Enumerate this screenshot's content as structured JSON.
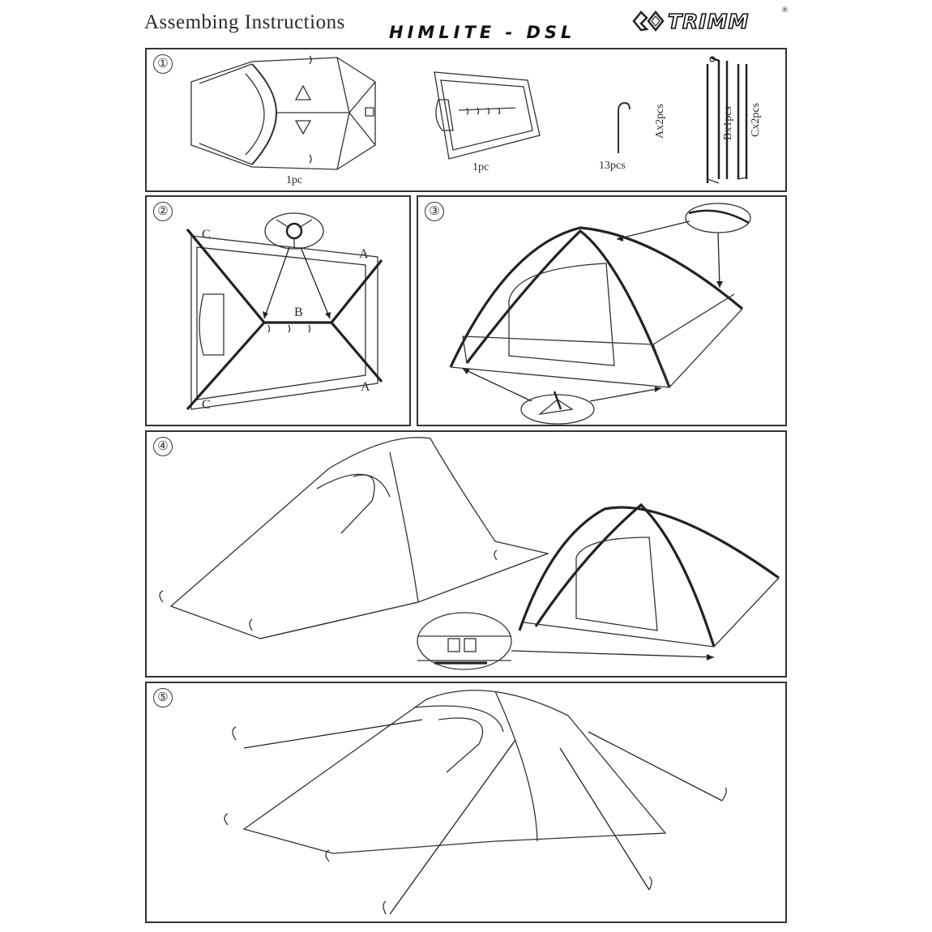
{
  "header": {
    "title": "Assembing Instructions",
    "model": "HIMLITE - DSL",
    "brand": "TRIMM",
    "brand_mark": "®"
  },
  "steps": [
    {
      "num": "①"
    },
    {
      "num": "②"
    },
    {
      "num": "③"
    },
    {
      "num": "④"
    },
    {
      "num": "⑤"
    }
  ],
  "step1": {
    "flysheet_qty": "1pc",
    "inner_tent_qty": "1pc",
    "pegs_qty": "13pcs",
    "pole_a": "Ax2pcs",
    "pole_b": "Bx1pcs",
    "pole_c": "Cx2pcs"
  },
  "step2": {
    "label_c_top": "C",
    "label_a_top": "A",
    "label_b": "B",
    "label_a_bottom": "A",
    "label_c_bottom": "C"
  },
  "icons": [
    "tent-flysheet-icon",
    "inner-tent-icon",
    "peg-icon",
    "poles-icon",
    "hub-detail-icon",
    "clip-detail-icon",
    "peg-detail-icon",
    "buckle-detail-icon"
  ]
}
